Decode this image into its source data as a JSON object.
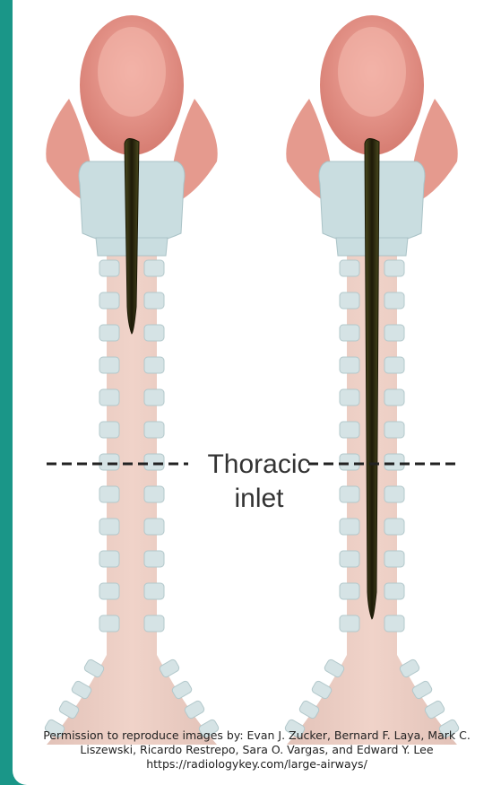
{
  "diagram": {
    "label_line1": "Thoracic",
    "label_line2": "inlet"
  },
  "credit": {
    "line1": "Permission to reproduce images by: Evan J. Zucker, Bernard F. Laya, Mark C.",
    "line2": "Liszewski, Ricardo Restrepo, Sara O. Vargas, and Edward Y. Lee",
    "line3": "https://radiologykey.com/large-airways/"
  },
  "colors": {
    "frame": "#1a9688",
    "tissue": "#e8b3a6",
    "cartilage": "#d3e1e3",
    "tube": "#2c2f14"
  }
}
